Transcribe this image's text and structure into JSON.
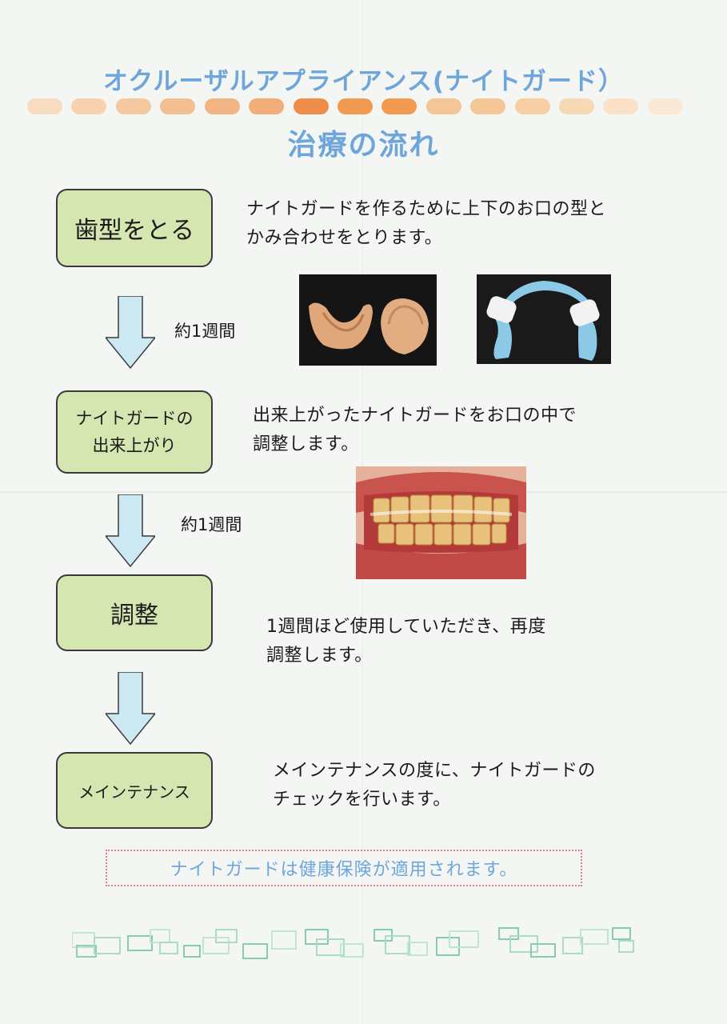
{
  "header": {
    "title": "オクルーザルアプライアンス(ナイトガード）",
    "subtitle": "治療の流れ"
  },
  "decor_dots_colors": [
    "#f8dcc0",
    "#f6d2b0",
    "#f5c9a0",
    "#f3bf90",
    "#f2b482",
    "#f2ad78",
    "#ee8c4a",
    "#f29a52",
    "#f19a50",
    "#f4c595",
    "#f5c696",
    "#f7cfa4",
    "#f6d8b4",
    "#f9e2c8",
    "#fae8d6"
  ],
  "steps": [
    {
      "label": "歯型をとる",
      "description": [
        "ナイトガードを作るために上下のお口の型と",
        "かみ合わせをとります。"
      ]
    },
    {
      "label_lines": [
        "ナイトガードの",
        "出来上がり"
      ],
      "description": [
        "出来上がったナイトガードをお口の中で",
        "調整します。"
      ]
    },
    {
      "label": "調整",
      "description": [
        "1週間ほど使用していただき、再度",
        "調整します。"
      ]
    },
    {
      "label": "メインテナンス",
      "description": [
        "メインテナンスの度に、ナイトガードの",
        "チェックを行います。"
      ]
    }
  ],
  "intervals": [
    "約1週間",
    "約1週間"
  ],
  "photos": {
    "stone_models": "stone-dental-models-photo",
    "bite_registration": "bite-registration-photo",
    "mouth_with_guard": "mouth-with-nightguard-photo"
  },
  "notice": "ナイトガードは健康保険が適用されます。",
  "colors": {
    "title_blue": "#6ea6dc",
    "step_box_green": "#d6e6b0",
    "arrow_blue": "#cce8f2",
    "notice_border_pink": "#e07a9a"
  }
}
